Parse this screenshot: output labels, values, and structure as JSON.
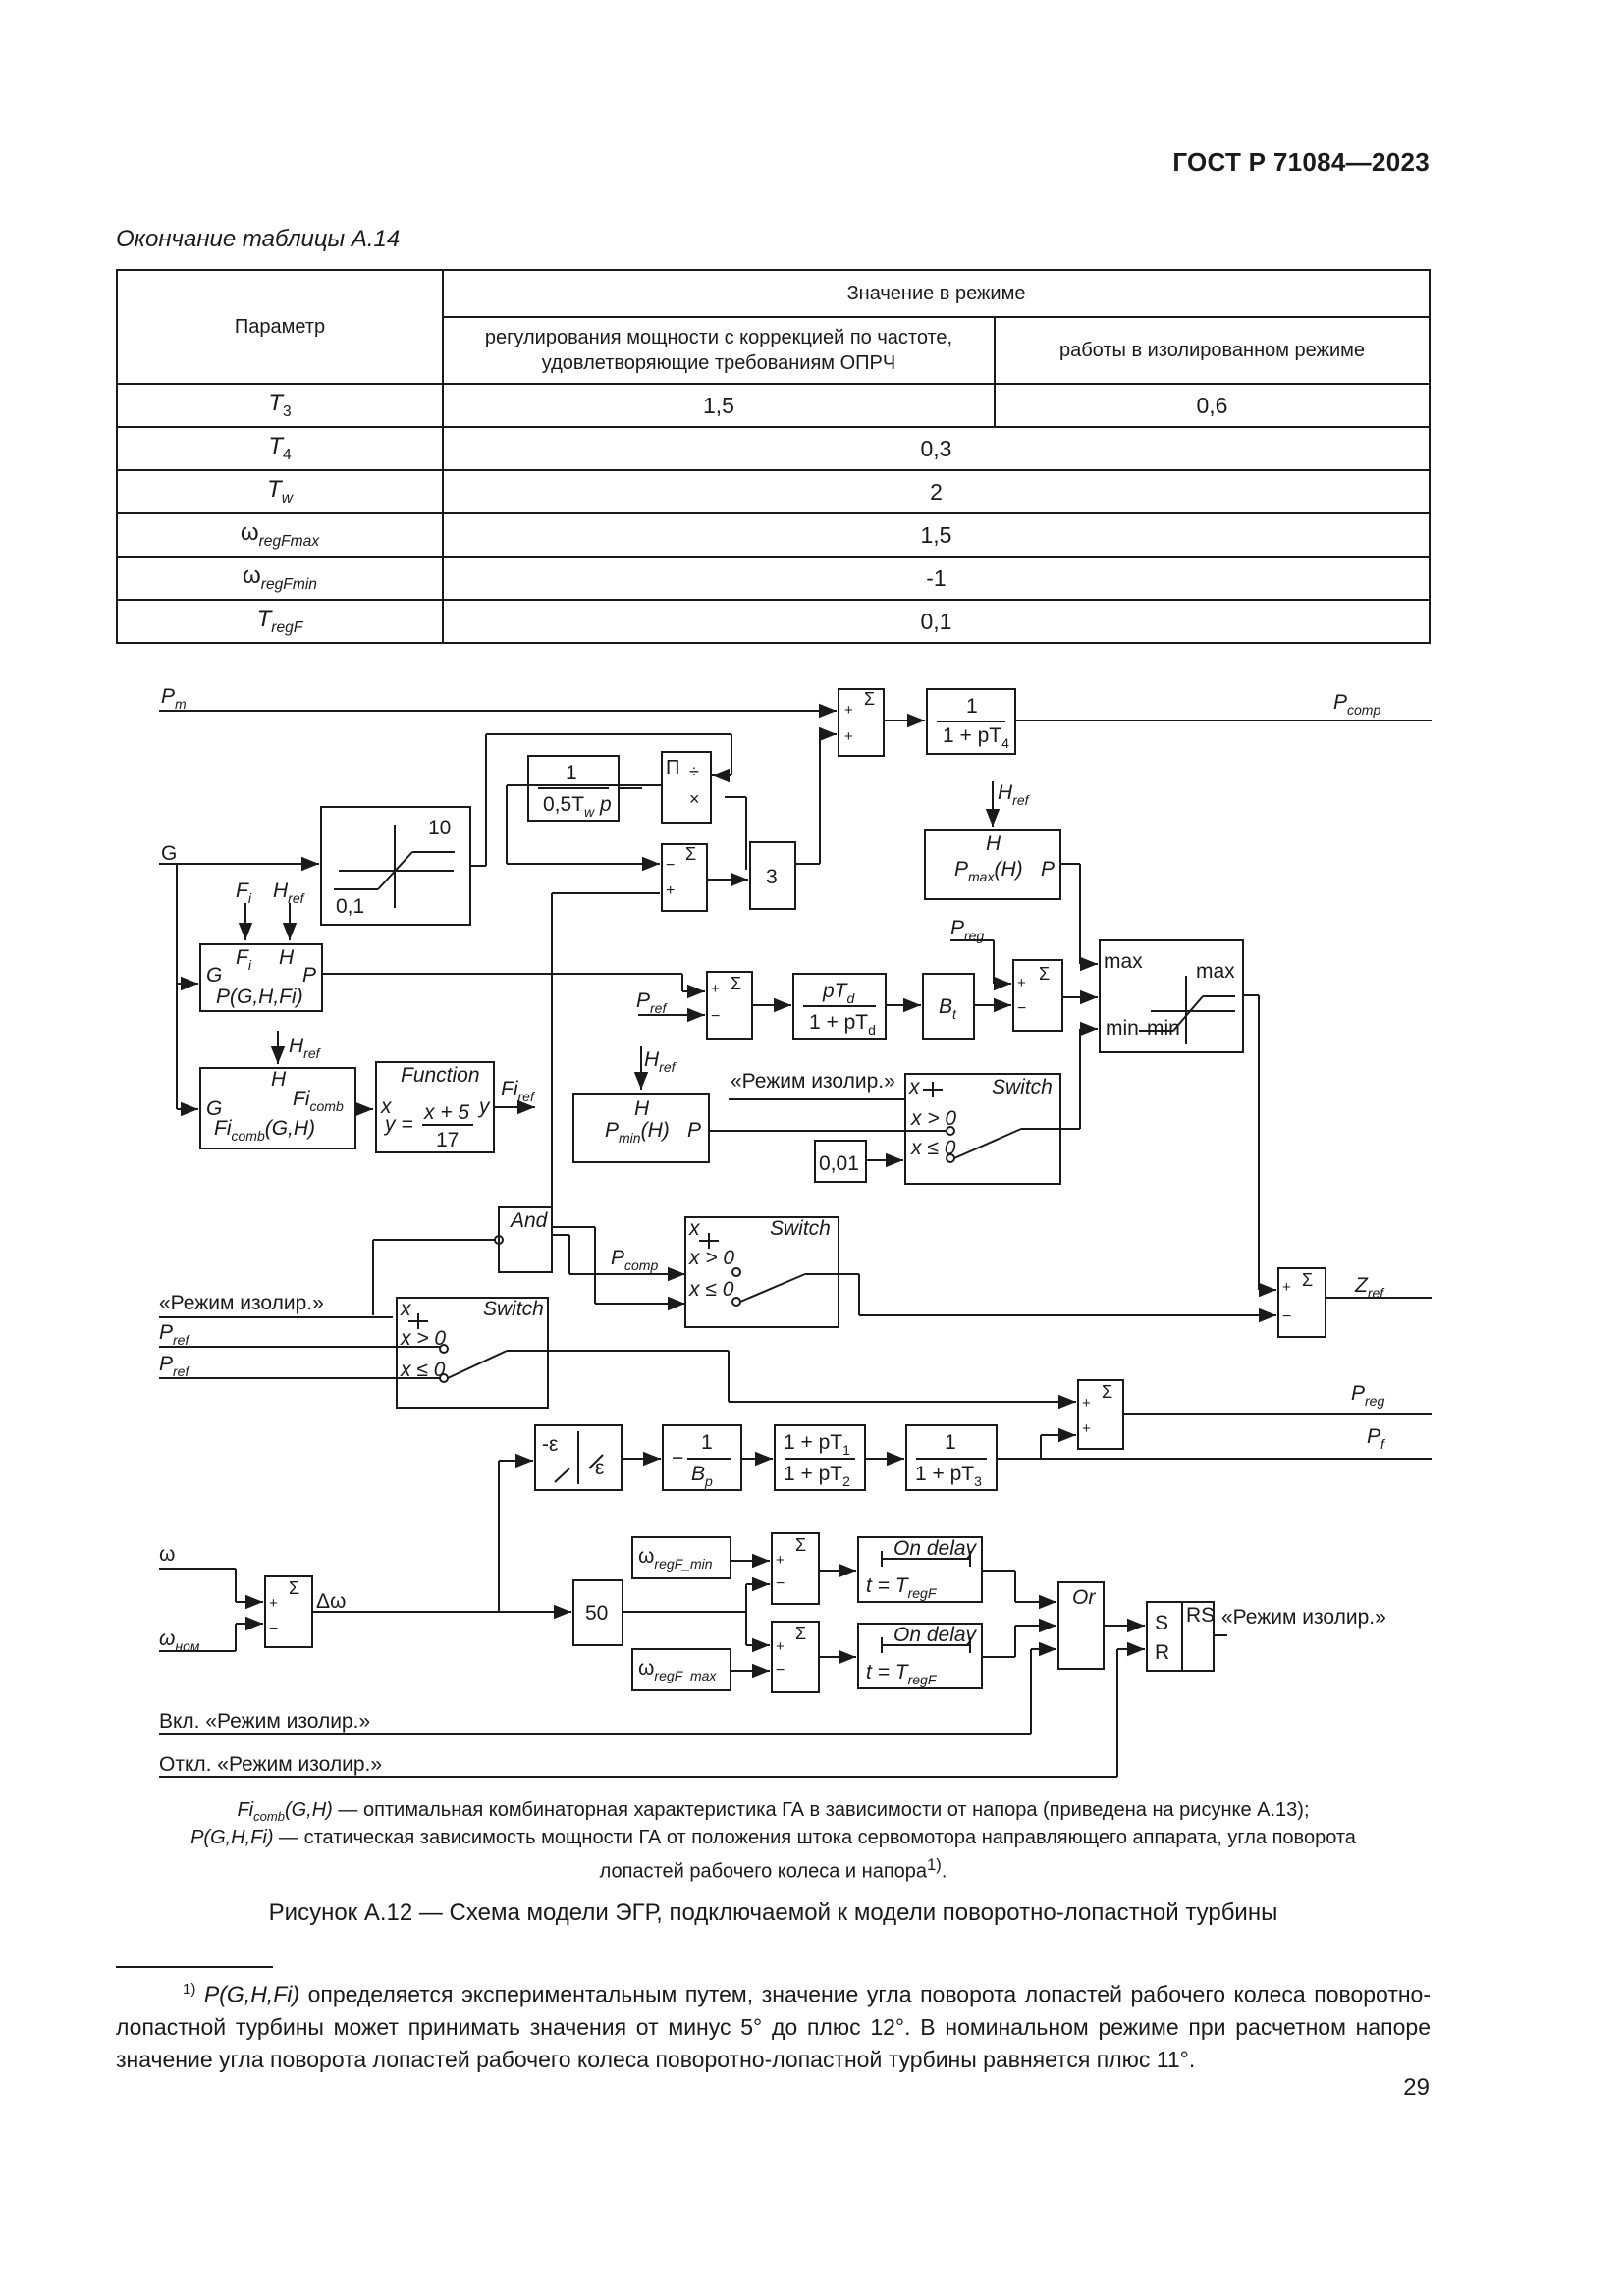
{
  "header": {
    "standard": "ГОСТ Р 71084—2023"
  },
  "table": {
    "caption": "Окончание таблицы А.14",
    "param_header": "Параметр",
    "group_header": "Значение в режиме",
    "mode_freq_header": "регулирования мощности с коррекцией по частоте, удовлетворяющие требованиям ОПРЧ",
    "mode_isolated_header": "работы в изолированном режиме",
    "rows": [
      {
        "base": "T",
        "sub": "3",
        "italic": true,
        "freq": "1,5",
        "isolated": "0,6"
      },
      {
        "base": "T",
        "sub": "4",
        "italic": true,
        "value": "0,3"
      },
      {
        "base": "T",
        "sub": "w",
        "italic": true,
        "value": "2"
      },
      {
        "base": "ω",
        "sub": "regFmax",
        "italic": false,
        "value": "1,5"
      },
      {
        "base": "ω",
        "sub": "regFmin",
        "italic": false,
        "value": "-1"
      },
      {
        "base": "T",
        "sub": "regF",
        "italic": true,
        "value": "0,1"
      }
    ]
  },
  "diagram": {
    "signals": {
      "pm": "P",
      "pm_sub": "m",
      "pcomp": "P",
      "pcomp_sub": "comp",
      "g": "G",
      "href": "H",
      "href_sub": "ref",
      "fi": "F",
      "fi_sub": "i",
      "pref": "P",
      "pref_sub": "ref",
      "preg": "P",
      "preg_sub": "reg",
      "fi_ref": "Fi",
      "fi_ref_sub": "ref",
      "zref": "Z",
      "zref_sub": "ref",
      "pf": "P",
      "pf_sub": "f",
      "omega": "ω",
      "omega_nom": "ω",
      "omega_nom_sub": "ном",
      "delta_omega": "Δω",
      "isolated_mode": "«Режим изолир.»",
      "isolated_on": "Вкл. «Режим изолир.»",
      "isolated_off": "Откл. «Режим изолир.»"
    },
    "blocks": {
      "sum": "Σ",
      "plus": "+",
      "minus": "−",
      "tf_t4_num": "1",
      "tf_t4_den": "1 + pT",
      "tf_t4_sub": "4",
      "sat_upper": "10",
      "sat_lower": "0,1",
      "tf_tw_num": "1",
      "tf_tw_den": "0,5T",
      "tf_tw_sub": "w",
      "tf_tw_p": " p",
      "prod": "Π",
      "div": "÷",
      "times": "×",
      "gain3": "3",
      "pmax_in": "H",
      "pmax_fn": "P",
      "pmax_sub": "max",
      "pmax_arg": "(H)",
      "pmax_out": "P",
      "pgh_g": "G",
      "pgh_fi": "F",
      "pgh_fi_sub": "i",
      "pgh_h": "H",
      "pgh_p": "P",
      "pgh_name": "P(G,H,Fi)",
      "fcomb_g": "G",
      "fcomb_h": "H",
      "fcomb_out": "Fi",
      "fcomb_out_sub": "comb",
      "fcomb_name": "Fi",
      "fcomb_name_sub": "comb",
      "fcomb_name_args": "(G,H)",
      "function_title": "Function",
      "function_x": "x",
      "function_y": "y",
      "function_eq": "y =",
      "function_num": "x + 5",
      "function_den": "17",
      "tf_td_num": "pT",
      "tf_td_num_sub": "d",
      "tf_td_den": "1 + pT",
      "tf_td_den_sub": "d",
      "bt": "B",
      "bt_sub": "t",
      "max_label": "max",
      "min_label": "min",
      "pmin_in": "H",
      "pmin_fn": "P",
      "pmin_sub": "min",
      "pmin_arg": "(H)",
      "pmin_out": "P",
      "const_001": "0,01",
      "switch_title": "Switch",
      "switch_x": "x",
      "switch_gt": "x > 0",
      "switch_le": "x ≤ 0",
      "and_label": "And",
      "dead_neg": "-ε",
      "dead_pos": "ε",
      "bp_num": "1",
      "bp_den": "B",
      "bp_sub": "p",
      "bp_sign": "−",
      "tf_t1t2_num": "1 + pT",
      "tf_t1_sub": "1",
      "tf_t1t2_den": "1 + pT",
      "tf_t2_sub": "2",
      "tf_t3_num": "1",
      "tf_t3_den": "1 + pT",
      "tf_t3_sub": "3",
      "gain50": "50",
      "omega_min": "ω",
      "omega_min_sub": "regF_min",
      "omega_max": "ω",
      "omega_max_sub": "regF_max",
      "ondelay_title": "On delay",
      "ondelay_t": "t",
      "ondelay_eq": " = T",
      "ondelay_sub": "regF",
      "or_label": "Or",
      "rs_s": "S",
      "rs_r": "R",
      "rs_label": "RS"
    }
  },
  "notes": {
    "line1_a": "Fi",
    "line1_sub": "comb",
    "line1_b": "(G,H)",
    "line1_c": " — оптимальная комбинаторная характеристика ГА в зависимости от напора (приведена на рисунке А.13);",
    "line2_a": "P(G,H,Fi)",
    "line2_b": " — статическая зависимость мощности ГА от положения штока сервомотора направляющего аппарата, угла поворота",
    "line3": "лопастей рабочего колеса и напора",
    "line3_sup": "1)",
    "line3_end": "."
  },
  "figure_caption": "Рисунок А.12 — Схема модели ЭГР, подключаемой к модели поворотно-лопастной турбины",
  "footnote": {
    "marker": "1)",
    "term": "P(G,H,Fi)",
    "text": " определяется экспериментальным путем, значение угла поворота лопастей рабочего колеса поворотно-лопастной турбины может принимать значения от минус 5° до плюс 12°. В номинальном режиме при расчетном напоре значение угла поворота лопастей рабочего колеса поворотно-лопастной турбины равняется плюс 11°."
  },
  "page_number": "29"
}
